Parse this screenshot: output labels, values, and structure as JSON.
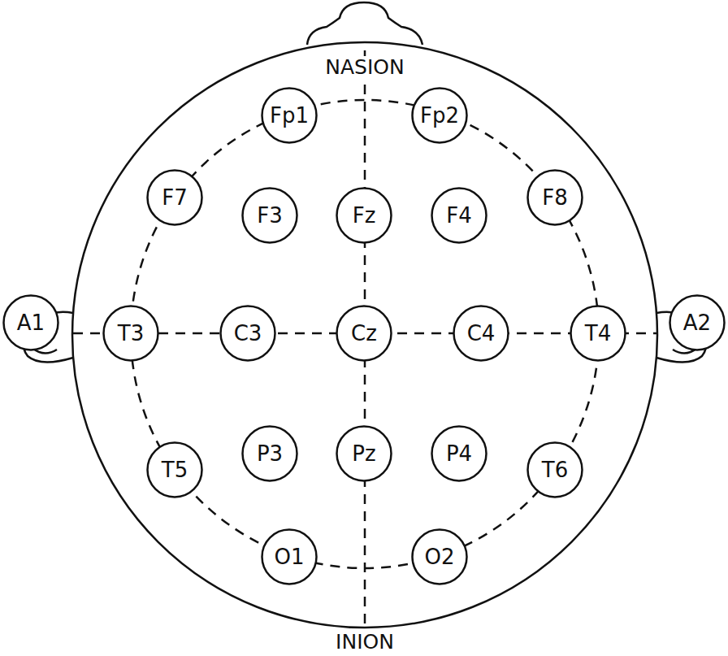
{
  "diagram": {
    "nodes": [
      {
        "text": [
          "Fp1"
        ]
      },
      {
        "text": [
          "Fp2"
        ]
      },
      {
        "text": [
          "F7"
        ]
      },
      {
        "text": [
          "F3"
        ]
      },
      {
        "text": [
          "Fz"
        ]
      },
      {
        "text": [
          "F4"
        ]
      },
      {
        "text": [
          "F8"
        ]
      },
      {
        "text": [
          "A1"
        ]
      },
      {
        "text": [
          "T3"
        ]
      },
      {
        "text": [
          "C3"
        ]
      },
      {
        "text": [
          "Cz"
        ]
      },
      {
        "text": [
          "C4"
        ]
      },
      {
        "text": [
          "T4"
        ]
      },
      {
        "text": [
          "A2"
        ]
      },
      {
        "text": [
          "T5"
        ]
      },
      {
        "text": [
          "P3"
        ]
      },
      {
        "text": [
          "Pz"
        ]
      },
      {
        "text": [
          "P4"
        ]
      },
      {
        "text": [
          "T6"
        ]
      },
      {
        "text": [
          "O1"
        ]
      },
      {
        "text": [
          "O2"
        ]
      }
    ],
    "labels": [
      "NASION",
      "INION"
    ]
  }
}
